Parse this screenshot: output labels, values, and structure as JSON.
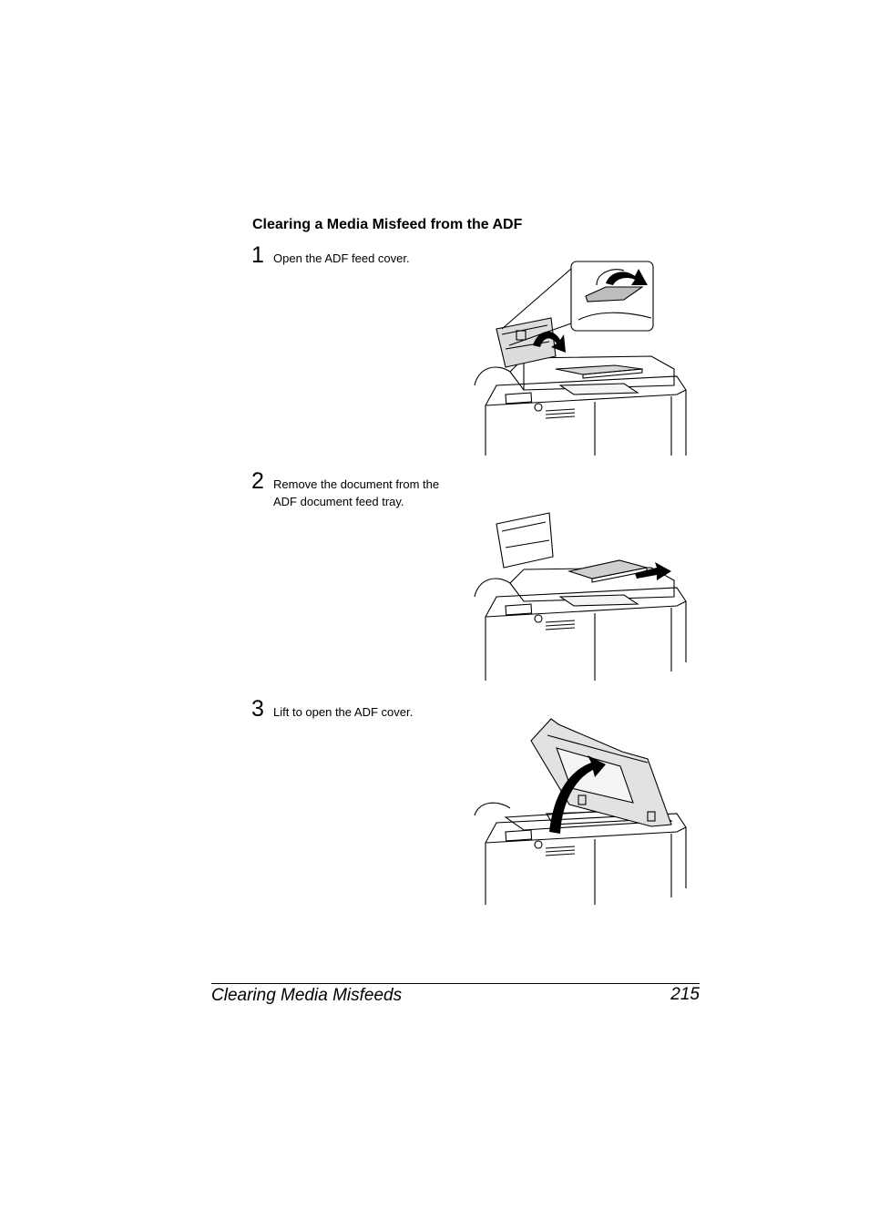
{
  "section": {
    "title": "Clearing a Media Misfeed from the ADF"
  },
  "steps": [
    {
      "number": "1",
      "lines": [
        "Open the ADF feed cover."
      ]
    },
    {
      "number": "2",
      "lines": [
        "Remove the document from the",
        "ADF document feed tray."
      ]
    },
    {
      "number": "3",
      "lines": [
        "Lift to open the ADF cover."
      ]
    }
  ],
  "footer": {
    "chapter": "Clearing Media Misfeeds",
    "page": "215"
  }
}
